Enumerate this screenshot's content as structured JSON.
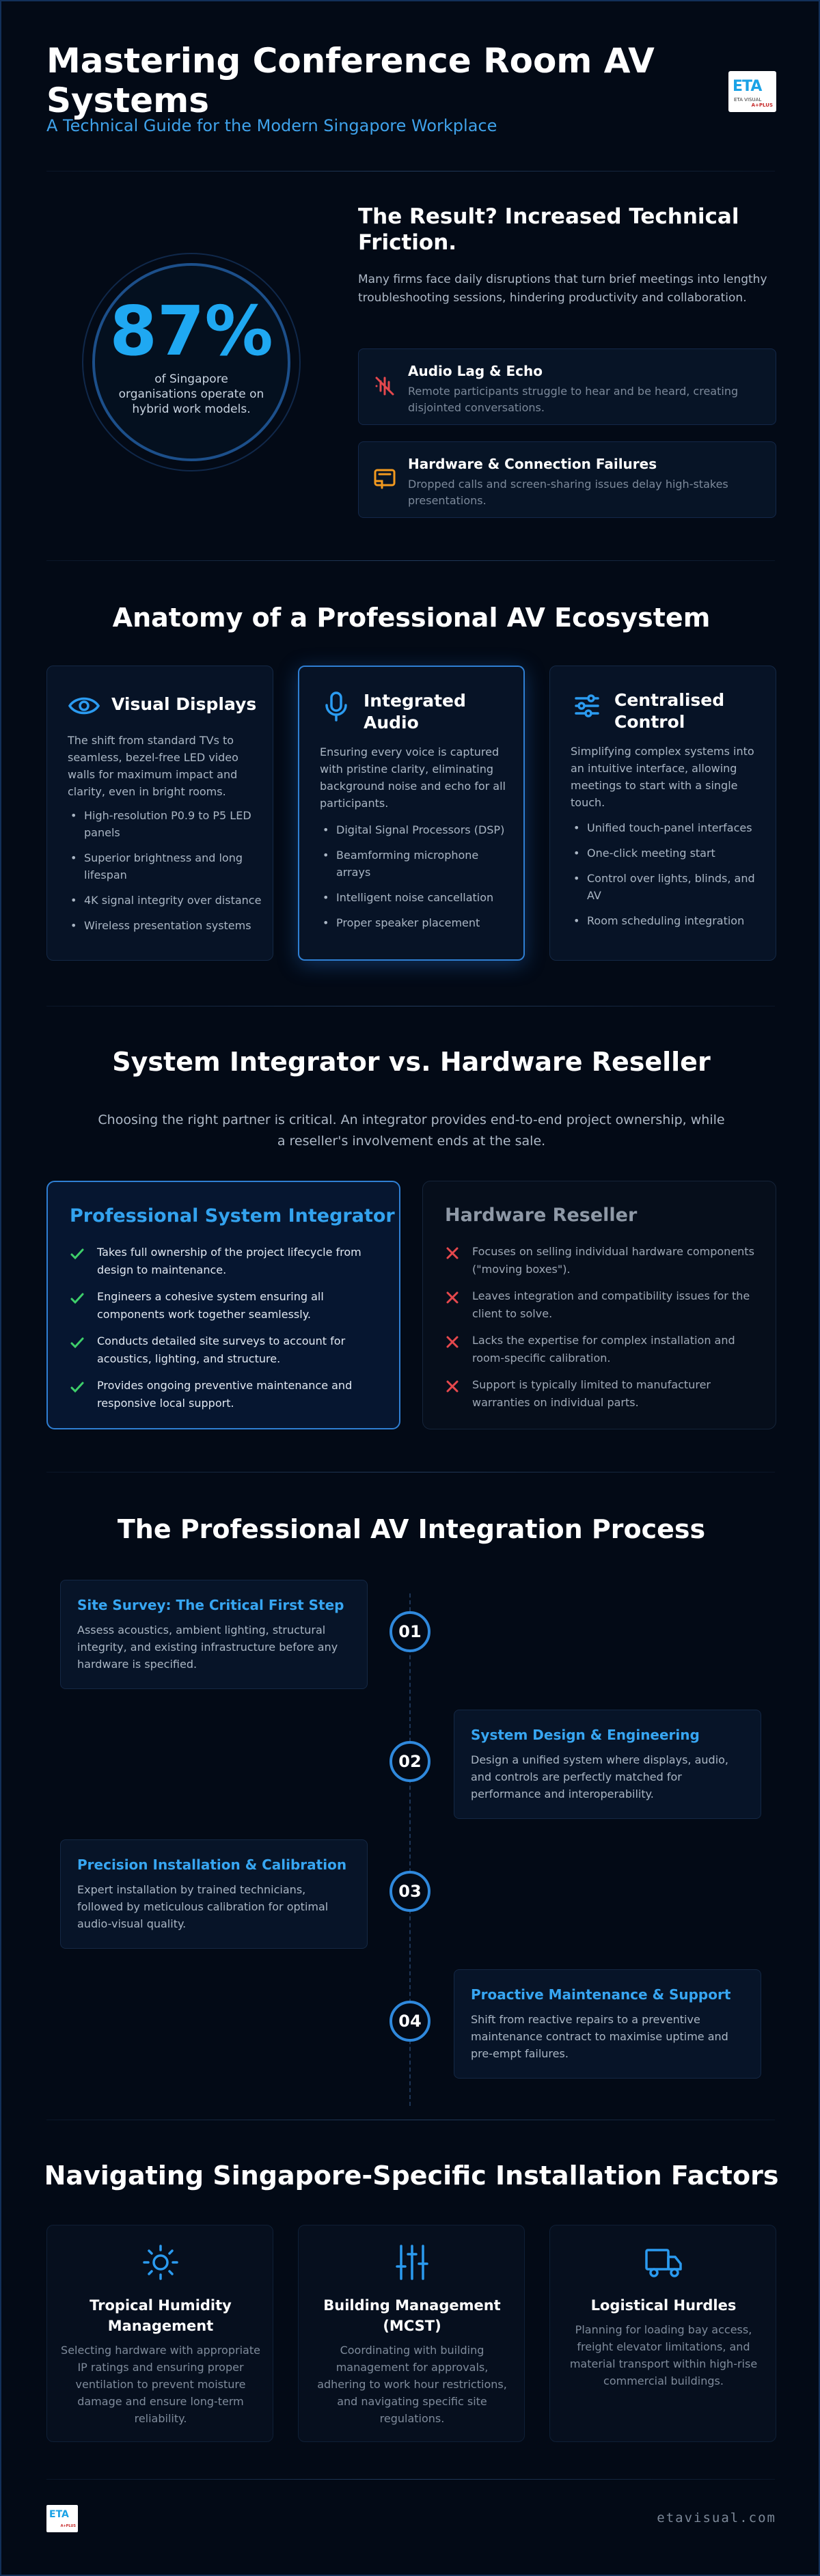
{
  "header": {
    "title": "Mastering Conference Room AV Systems",
    "subtitle": "A Technical Guide for the Modern Singapore Workplace",
    "logo_mark": "ETA",
    "logo_tagline": "ETA VISUAL",
    "logo_badge": "A+PLUS"
  },
  "stat": {
    "value": "87%",
    "caption": "of Singapore organisations operate on hybrid work models."
  },
  "result": {
    "title": "The Result? Increased Technical Friction.",
    "description": "Many firms face daily disruptions that turn brief meetings into lengthy troubleshooting sessions, hindering productivity and collaboration.",
    "cards": [
      {
        "title": "Audio Lag & Echo",
        "text": "Remote participants struggle to hear and be heard, creating disjointed conversations.",
        "icon": "audio-lag-icon",
        "color": "#e5484d"
      },
      {
        "title": "Hardware & Connection Failures",
        "text": "Dropped calls and screen-sharing issues delay high-stakes presentations.",
        "icon": "hardware-failure-icon",
        "color": "#f39a1f"
      }
    ]
  },
  "anatomy": {
    "title": "Anatomy of a Professional AV Ecosystem",
    "cards": [
      {
        "title": "Visual Displays",
        "icon": "eye-icon",
        "text": "The shift from standard TVs to seamless, bezel-free LED video walls for maximum impact and clarity, even in bright rooms.",
        "bullets": [
          "High-resolution P0.9 to P5 LED panels",
          "Superior brightness and long lifespan",
          "4K signal integrity over distance",
          "Wireless presentation systems"
        ]
      },
      {
        "title": "Integrated Audio",
        "icon": "microphone-icon",
        "text": "Ensuring every voice is captured with pristine clarity, eliminating background noise and echo for all participants.",
        "bullets": [
          "Digital Signal Processors (DSP)",
          "Beamforming microphone arrays",
          "Intelligent noise cancellation",
          "Proper speaker placement"
        ]
      },
      {
        "title": "Centralised Control",
        "icon": "sliders-icon",
        "text": "Simplifying complex systems into an intuitive interface, allowing meetings to start with a single touch.",
        "bullets": [
          "Unified touch-panel interfaces",
          "One-click meeting start",
          "Control over lights, blinds, and AV",
          "Room scheduling integration"
        ]
      }
    ]
  },
  "compare": {
    "title": "System Integrator vs. Hardware Reseller",
    "intro": "Choosing the right partner is critical. An integrator provides end-to-end project ownership, while a reseller's involvement ends at the sale.",
    "integrator": {
      "title": "Professional System Integrator",
      "check_color": "#3ecf6a",
      "items": [
        "Takes full ownership of the project lifecycle from design to maintenance.",
        "Engineers a cohesive system ensuring all components work together seamlessly.",
        "Conducts detailed site surveys to account for acoustics, lighting, and structure.",
        "Provides ongoing preventive maintenance and responsive local support."
      ]
    },
    "reseller": {
      "title": "Hardware Reseller",
      "cross_color": "#e5484d",
      "items": [
        "Focuses on selling individual hardware components (\"moving boxes\").",
        "Leaves integration and compatibility issues for the client to solve.",
        "Lacks the expertise for complex installation and room-specific calibration.",
        "Support is typically limited to manufacturer warranties on individual parts."
      ]
    }
  },
  "process": {
    "title": "The Professional AV Integration Process",
    "steps": [
      {
        "num": "01",
        "title": "Site Survey: The Critical First Step",
        "text": "Assess acoustics, ambient lighting, structural integrity, and existing infrastructure before any hardware is specified."
      },
      {
        "num": "02",
        "title": "System Design & Engineering",
        "text": "Design a unified system where displays, audio, and controls are perfectly matched for performance and interoperability."
      },
      {
        "num": "03",
        "title": "Precision Installation & Calibration",
        "text": "Expert installation by trained technicians, followed by meticulous calibration for optimal audio-visual quality."
      },
      {
        "num": "04",
        "title": "Proactive Maintenance & Support",
        "text": "Shift from reactive repairs to a preventive maintenance contract to maximise uptime and pre-empt failures."
      }
    ]
  },
  "factors": {
    "title": "Navigating Singapore-Specific Installation Factors",
    "cards": [
      {
        "title": "Tropical Humidity Management",
        "icon": "sun-icon",
        "text": "Selecting hardware with appropriate IP ratings and ensuring proper ventilation to prevent moisture damage and ensure long-term reliability."
      },
      {
        "title": "Building Management (MCST)",
        "icon": "building-sliders-icon",
        "text": "Coordinating with building management for approvals, adhering to work hour restrictions, and navigating specific site regulations."
      },
      {
        "title": "Logistical Hurdles",
        "icon": "truck-icon",
        "text": "Planning for loading bay access, freight elevator limitations, and material transport within high-rise commercial buildings."
      }
    ]
  },
  "footer": {
    "logo_mark": "ETA",
    "logo_badge": "A+PLUS",
    "url": "etavisual.com"
  },
  "colors": {
    "accent": "#1fa8f2",
    "background": "#030a16",
    "card": "#071326"
  }
}
